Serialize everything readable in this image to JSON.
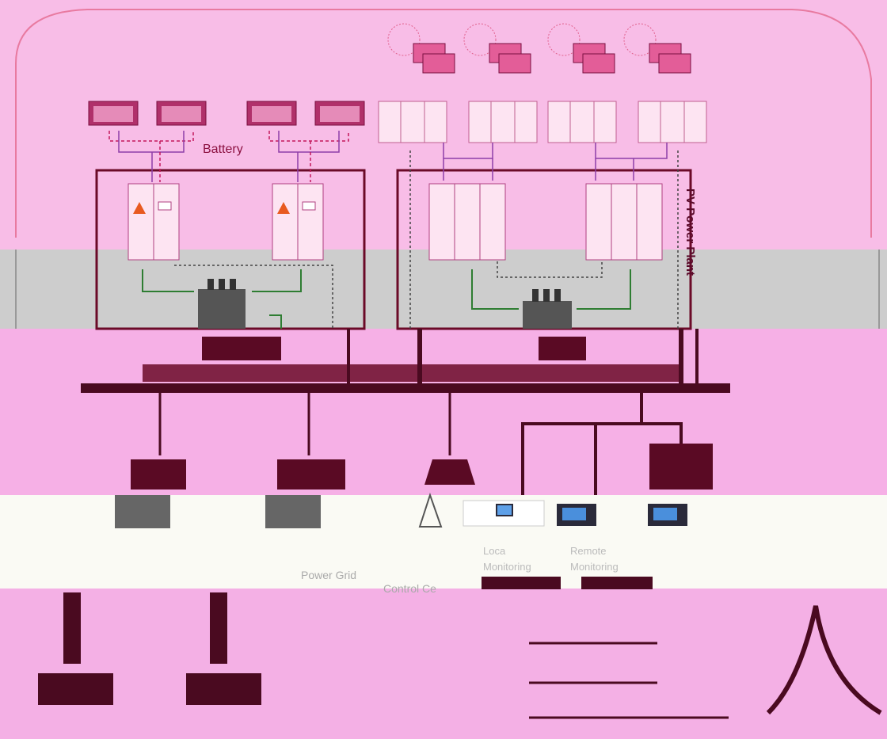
{
  "labels": {
    "battery": "Battery",
    "pv_power_plant": "PV Power Plant",
    "power_grid": "Power Grid",
    "control": "Control Ce",
    "local_monitoring_line1": "Loca",
    "local_monitoring_line2": "Monitoring",
    "remote_monitoring_line1": "Remote",
    "remote_monitoring_line2": "Monitoring"
  },
  "colors": {
    "frame": "#6b0a28",
    "bus": "#4a0a20",
    "ac_link": "#2e7d32",
    "dc_link": "#8e3fa8",
    "comm_link": "#8b1040"
  }
}
